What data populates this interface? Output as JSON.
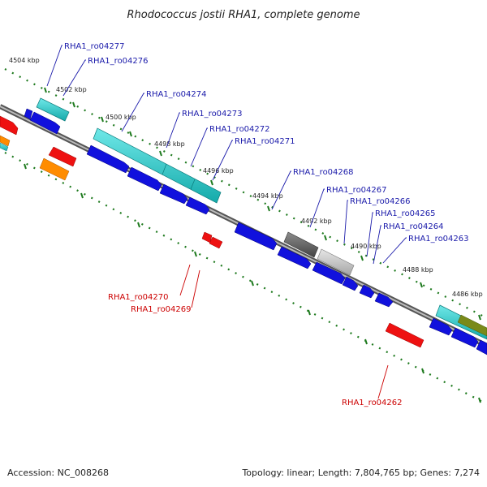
{
  "title": "Rhodococcus jostii RHA1, complete genome",
  "footer": {
    "accession": "Accession: NC_008268",
    "stats": "Topology: linear; Length: 7,804,765 bp; Genes: 7,274"
  },
  "colors": {
    "background": "#ffffff",
    "forward_label": "#1a1aaa",
    "reverse_label": "#cc0000",
    "ticks": "#1e7a1e",
    "backbone": "#888888",
    "cds": "#1111dd",
    "rna": "#22cccc",
    "pseudo": "#bbbbbb",
    "dark": "#666666",
    "red": "#ee1111",
    "orange": "#ff8c00",
    "olive": "#7a8a1a"
  },
  "scale_labels": [
    "4504 kbp",
    "4502 kbp",
    "4500 kbp",
    "4498 kbp",
    "4496 kbp",
    "4494 kbp",
    "4492 kbp",
    "4490 kbp",
    "4488 kbp",
    "4486 kbp"
  ],
  "forward_labels": [
    "RHA1_ro04277",
    "RHA1_ro04276",
    "RHA1_ro04274",
    "RHA1_ro04273",
    "RHA1_ro04272",
    "RHA1_ro04271",
    "RHA1_ro04268",
    "RHA1_ro04267",
    "RHA1_ro04266",
    "RHA1_ro04265",
    "RHA1_ro04264",
    "RHA1_ro04263"
  ],
  "reverse_labels": [
    "RHA1_ro04270",
    "RHA1_ro04269",
    "RHA1_ro04262"
  ]
}
